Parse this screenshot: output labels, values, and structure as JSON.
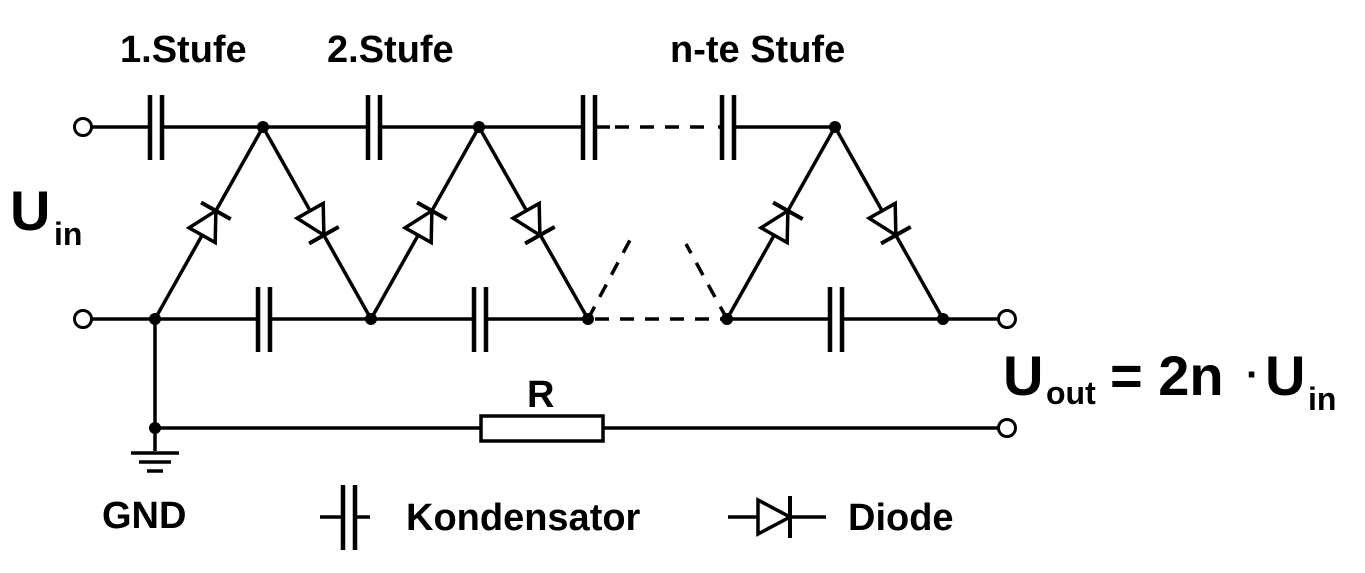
{
  "stages": {
    "stage1": "1.Stufe",
    "stage2": "2.Stufe",
    "stageN": "n-te Stufe"
  },
  "input": {
    "symbol": "U",
    "subscript": "in"
  },
  "output": {
    "symbol": "U",
    "subscript": "out",
    "equals": "= 2n",
    "dot": "·",
    "rhs_symbol": "U",
    "rhs_subscript": "in"
  },
  "resistor": {
    "label": "R"
  },
  "ground": {
    "label": "GND"
  },
  "legend": {
    "capacitor_label": "Kondensator",
    "diode_label": "Diode"
  }
}
